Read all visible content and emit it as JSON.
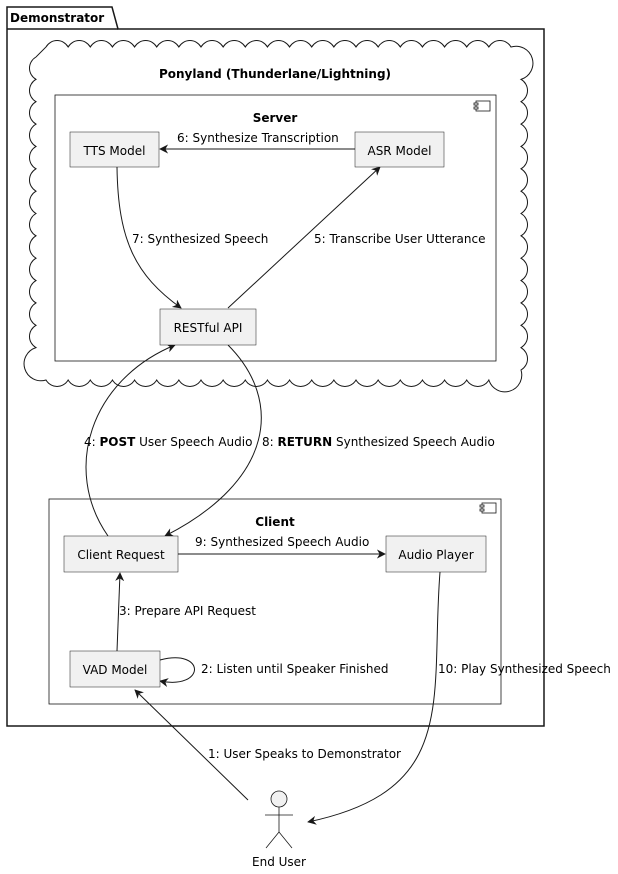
{
  "package": {
    "title": "Demonstrator"
  },
  "cloud": {
    "title": "Ponyland (Thunderlane/Lightning)"
  },
  "server": {
    "title": "Server",
    "nodes": {
      "tts": "TTS Model",
      "asr": "ASR Model",
      "api": "RESTful API"
    }
  },
  "client": {
    "title": "Client",
    "nodes": {
      "request": "Client Request",
      "player": "Audio Player",
      "vad": "VAD Model"
    }
  },
  "actor": {
    "label": "End User"
  },
  "edges": {
    "e1": "1: User Speaks to Demonstrator",
    "e2": "2: Listen until Speaker Finished",
    "e3": "3: Prepare API Request",
    "e4_prefix": "4: ",
    "e4_bold": "POST",
    "e4_rest": " User Speech Audio",
    "e5": "5: Transcribe User Utterance",
    "e6": "6: Synthesize Transcription",
    "e7": "7: Synthesized Speech",
    "e8_prefix": "8: ",
    "e8_bold": "RETURN",
    "e8_rest": " Synthesized Speech Audio",
    "e9": "9: Synthesized Speech Audio",
    "e10": "10: Play Synthesized Speech"
  }
}
